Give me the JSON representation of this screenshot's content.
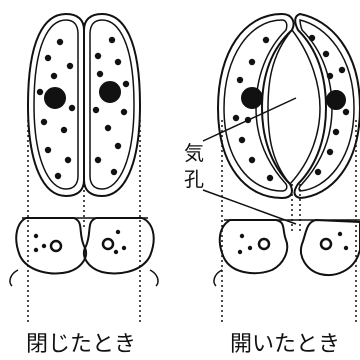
{
  "labels": {
    "stoma": "気\n孔",
    "closed": "閉じたとき",
    "open": "開いたとき"
  },
  "colors": {
    "ink": "#111111",
    "background": "#ffffff"
  }
}
